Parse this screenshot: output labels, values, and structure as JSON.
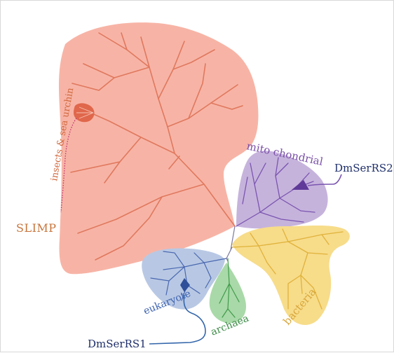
{
  "labels": {
    "insects": "insects & sea urchin",
    "slimp": "SLIMP",
    "mito": "mito chondrial",
    "dmserrs2": "DmSerRS2",
    "eukaryote": "eukaryote",
    "archaea": "archaea",
    "bacteria": "bacteria",
    "dmserrs1": "DmSerRS1"
  },
  "colors": {
    "slimp_fill": "#f7b4a6",
    "slimp_line": "#e0785e",
    "slimp_hot": "#e0674b",
    "slimp_text": "#d0683e",
    "mito_fill": "#c6b3dc",
    "mito_line": "#7a55b0",
    "mito_text": "#7a4fa8",
    "euk_fill": "#b8c8e4",
    "euk_line": "#4a68b0",
    "euk_text": "#3f63b0",
    "archaea_fill": "#a9d9a8",
    "archaea_line": "#3f9a4a",
    "archaea_text": "#3a8a45",
    "bacteria_fill": "#f7dc8a",
    "bacteria_line": "#e0b23a",
    "bacteria_text": "#d8a63a",
    "callout_dark": "#1f2f6a",
    "callout_blue": "#3366aa"
  }
}
